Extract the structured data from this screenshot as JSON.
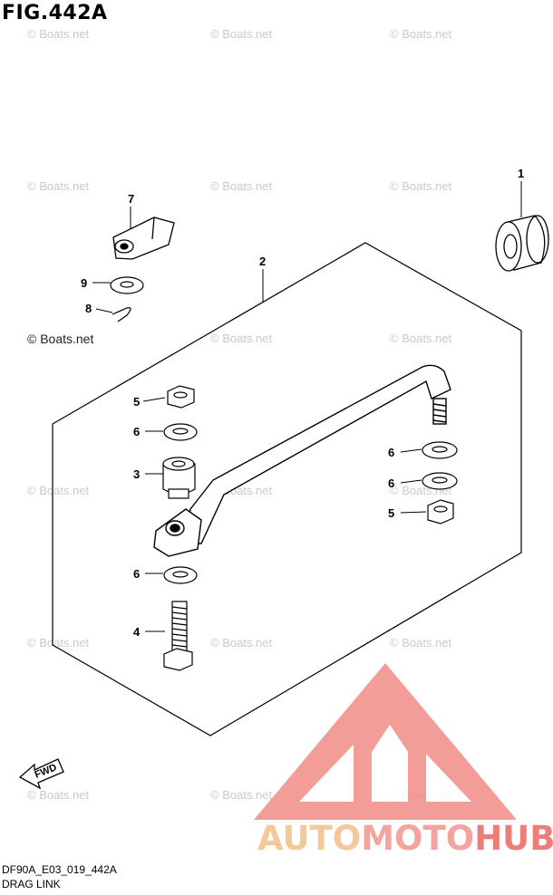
{
  "figure": {
    "title": "FIG.442A",
    "code": "DF90A_E03_019_442A",
    "name": "DRAG LINK"
  },
  "watermark": {
    "text": "© Boats.net",
    "color": "#c9c9c9"
  },
  "callouts": {
    "c1": "1",
    "c2": "2",
    "c3": "3",
    "c4": "4",
    "c5a": "5",
    "c5b": "5",
    "c6a": "6",
    "c6b": "6",
    "c6c": "6",
    "c6d": "6",
    "c7": "7",
    "c8": "8",
    "c9": "9"
  },
  "fwd_label": "FWD",
  "brand": {
    "part1": "AUTO",
    "part2": "MOTO",
    "part3": "HUB",
    "colors": {
      "auto": "#f5c89a",
      "moto": "#f4a39e",
      "hub": "#ee7d78",
      "logo": "#f08c86"
    }
  }
}
